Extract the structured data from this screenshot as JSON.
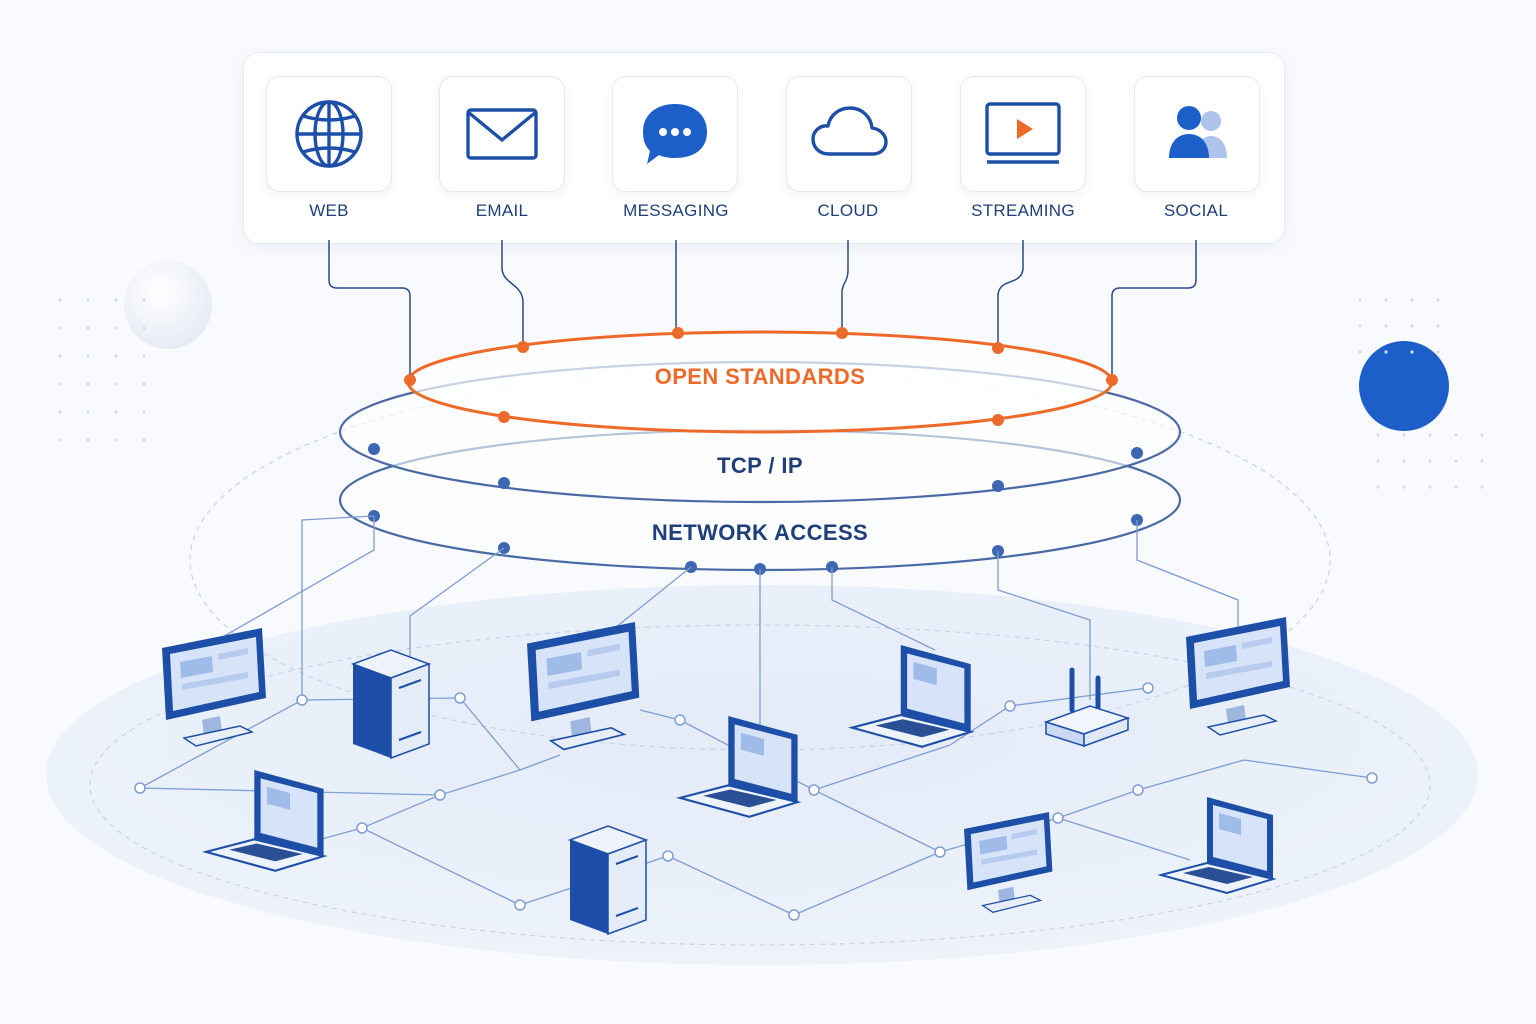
{
  "services": [
    {
      "label": "WEB",
      "icon": "globe-icon"
    },
    {
      "label": "EMAIL",
      "icon": "envelope-icon"
    },
    {
      "label": "MESSAGING",
      "icon": "chat-bubble-icon"
    },
    {
      "label": "CLOUD",
      "icon": "cloud-icon"
    },
    {
      "label": "STREAMING",
      "icon": "play-screen-icon"
    },
    {
      "label": "SOCIAL",
      "icon": "users-icon"
    }
  ],
  "layers": {
    "open_standards": "OPEN STANDARDS",
    "tcp_ip": "TCP / IP",
    "network_access": "NETWORK ACCESS"
  },
  "devices": [
    {
      "type": "desktop"
    },
    {
      "type": "server"
    },
    {
      "type": "desktop"
    },
    {
      "type": "laptop"
    },
    {
      "type": "router"
    },
    {
      "type": "desktop"
    },
    {
      "type": "laptop"
    },
    {
      "type": "laptop"
    },
    {
      "type": "server"
    },
    {
      "type": "desktop"
    },
    {
      "type": "laptop"
    }
  ],
  "colors": {
    "accent_orange": "#ee6a2b",
    "primary_blue": "#1d5fc8",
    "dark_navy": "#1f3f7a",
    "light_blue": "#c9d8f3"
  }
}
